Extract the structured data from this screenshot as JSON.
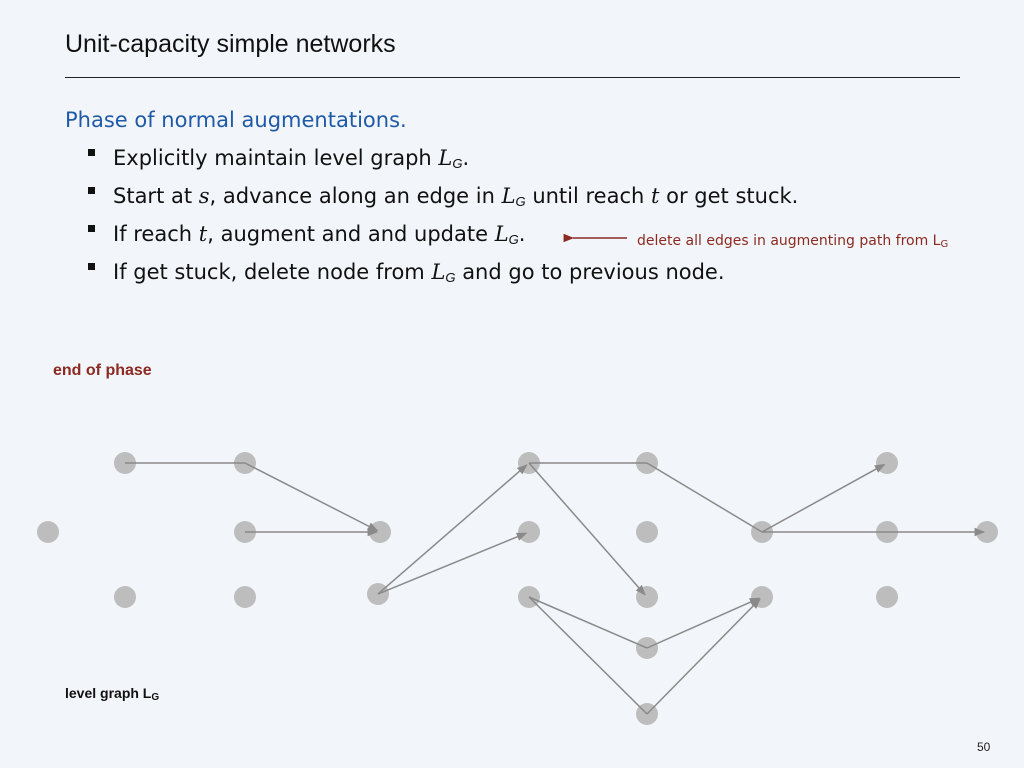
{
  "slide": {
    "title": "Unit-capacity simple networks",
    "heading": "Phase of normal augmentations.",
    "page_number": "50"
  },
  "bullets": [
    {
      "pre": "Explicitly maintain level graph ",
      "var": "L",
      "sub": "G",
      "post": "."
    },
    {
      "pre": "Start at ",
      "s": "s",
      "mid1": ", advance along an edge in ",
      "var": "L",
      "sub": "G",
      "mid2": " until reach ",
      "t": "t",
      "post": " or get stuck."
    },
    {
      "pre": "If reach ",
      "t": "t",
      "mid1": ", augment and and update ",
      "var": "L",
      "sub": "G",
      "post": "."
    },
    {
      "pre": "If get stuck, delete node from ",
      "var": "L",
      "sub": "G",
      "post": " and go to previous node."
    }
  ],
  "annotation": {
    "text": "delete all edges in augmenting path from L",
    "sub": "G"
  },
  "labels": {
    "phase": "end of phase",
    "graph": "level graph L",
    "graph_sub": "G"
  },
  "colors": {
    "node": "#bdbdbd",
    "edge": "#8a8a8a",
    "accent_red": "#8b2a20",
    "heading_blue": "#1f5aa8"
  }
}
